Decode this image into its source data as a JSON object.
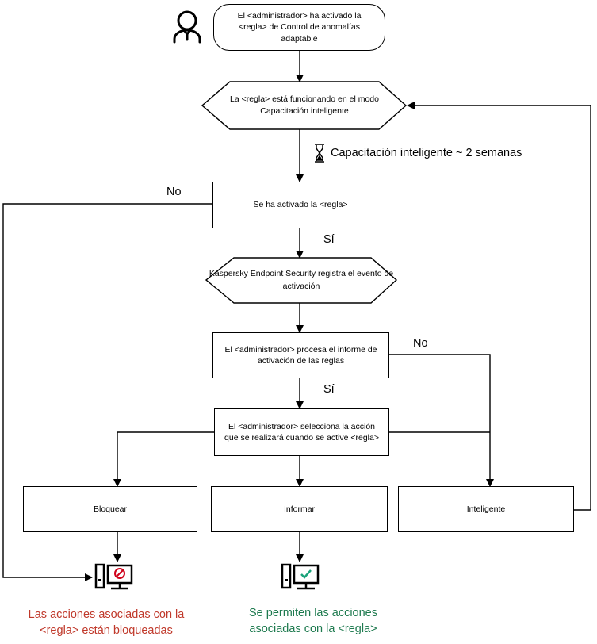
{
  "diagram": {
    "start": "El <administrador> ha activado la <regla> de Control de anomalías adaptable",
    "training_mode": "La <regla> está funcionando en el modo Capacitación inteligente",
    "training_duration": "Capacitación inteligente ~ 2 semanas",
    "rule_triggered": "Se ha activado la <regla>",
    "log_event": "Kaspersky Endpoint Security registra el evento de activación",
    "process_report": "El <administrador> procesa el informe de activación de las reglas",
    "select_action": "El <administrador> selecciona la acción que se realizará cuando se active <regla>",
    "actions": {
      "block": "Bloquear",
      "inform": "Informar",
      "smart": "Inteligente"
    },
    "labels": {
      "no_1": "No",
      "yes_1": "Sí",
      "no_2": "No",
      "yes_2": "Sí"
    },
    "outcomes": {
      "blocked": "Las acciones asociadas con la <regla> están bloqueadas",
      "allowed": "Se permiten las acciones asociadas con la <regla>"
    },
    "colors": {
      "blocked": "#c0392b",
      "allowed": "#1e7a4f"
    }
  }
}
